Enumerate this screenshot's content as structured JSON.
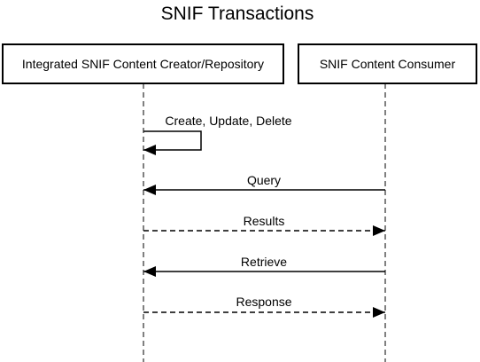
{
  "title": "SNIF Transactions",
  "participants": [
    {
      "id": "creator",
      "label": "Integrated SNIF Content Creator/Repository"
    },
    {
      "id": "consumer",
      "label": "SNIF Content Consumer"
    }
  ],
  "messages": [
    {
      "label": "Create, Update, Delete",
      "from": "creator",
      "to": "creator",
      "style": "solid",
      "kind": "self"
    },
    {
      "label": "Query",
      "from": "consumer",
      "to": "creator",
      "style": "solid",
      "kind": "call"
    },
    {
      "label": "Results",
      "from": "creator",
      "to": "consumer",
      "style": "dashed",
      "kind": "reply"
    },
    {
      "label": "Retrieve",
      "from": "consumer",
      "to": "creator",
      "style": "solid",
      "kind": "call"
    },
    {
      "label": "Response",
      "from": "creator",
      "to": "consumer",
      "style": "dashed",
      "kind": "reply"
    }
  ]
}
